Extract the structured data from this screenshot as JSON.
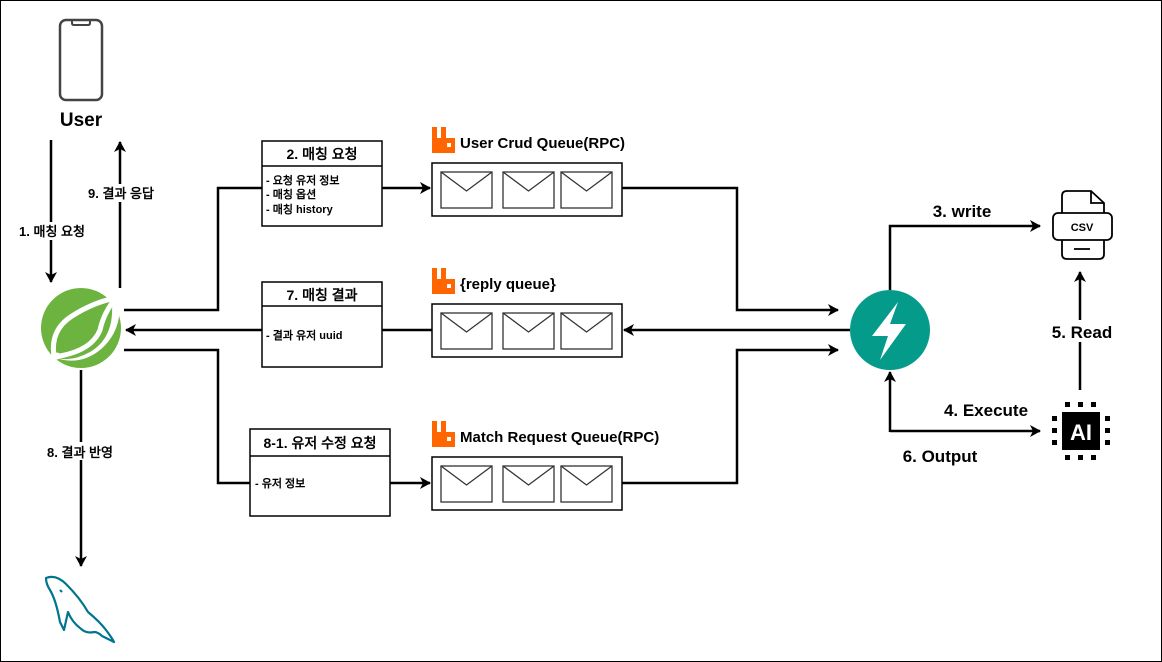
{
  "user": {
    "label": "User",
    "icon": "smartphone-icon"
  },
  "edges": {
    "request": "1. 매칭 요청",
    "response": "9. 결과 응답",
    "persist": "8. 결과 반영",
    "write": "3. write",
    "read": "5. Read",
    "execute": "4. Execute",
    "output": "6. Output"
  },
  "messages": [
    {
      "title": "2. 매칭 요청",
      "lines": [
        "- 요청 유저 정보",
        "- 매칭 옵션",
        "- 매칭 history"
      ]
    },
    {
      "title": "7. 매칭 결과",
      "lines": [
        "- 결과 유저 uuid"
      ]
    },
    {
      "title": "8-1. 유저 수정 요청",
      "lines": [
        "- 유저 정보"
      ]
    }
  ],
  "queues": [
    {
      "name": "User Crud Queue(RPC)",
      "icon": "rabbitmq-icon"
    },
    {
      "name": "{reply queue}",
      "icon": "rabbitmq-icon"
    },
    {
      "name": "Match Request Queue(RPC)",
      "icon": "rabbitmq-icon"
    }
  ],
  "nodes": {
    "spring": {
      "icon": "spring-leaf-icon",
      "color": "#6db33f"
    },
    "fastapi": {
      "icon": "lightning-icon",
      "color": "#059b8a"
    },
    "csv": {
      "label": "CSV",
      "icon": "csv-file-icon"
    },
    "ai": {
      "label": "AI",
      "icon": "ai-chip-icon"
    },
    "mysql": {
      "icon": "mysql-dolphin-icon",
      "color": "#00758f"
    }
  },
  "colors": {
    "rabbit": "#ff6600",
    "line": "#000000"
  }
}
